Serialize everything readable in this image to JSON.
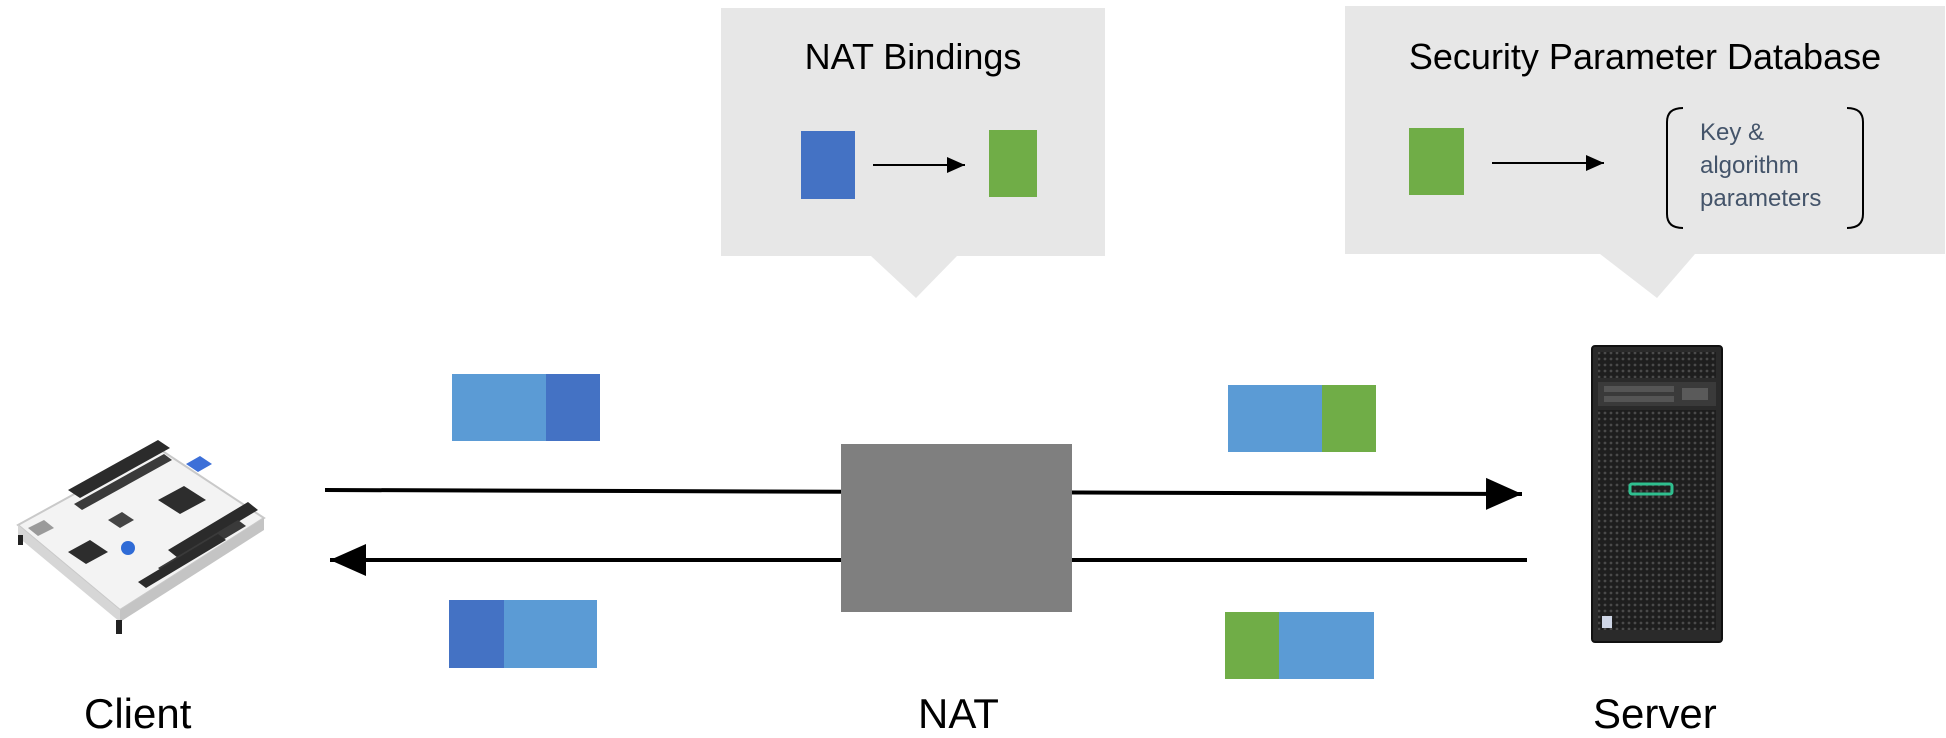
{
  "nat_bindings": {
    "title": "NAT Bindings"
  },
  "spd": {
    "title": "Security Parameter Database",
    "entry_text": [
      "Key &",
      "algorithm",
      "parameters"
    ]
  },
  "labels": {
    "client": "Client",
    "nat": "NAT",
    "server": "Server"
  },
  "colors": {
    "callout_bg": "#e7e7e7",
    "client_port": "#4472c4",
    "nat_port": "#70ad47",
    "payload": "#5b9bd5",
    "nat_device": "#7f7f7f",
    "key_text": "#44546a"
  },
  "icons": {
    "client": "microcontroller-board-icon",
    "server": "tower-server-icon"
  }
}
